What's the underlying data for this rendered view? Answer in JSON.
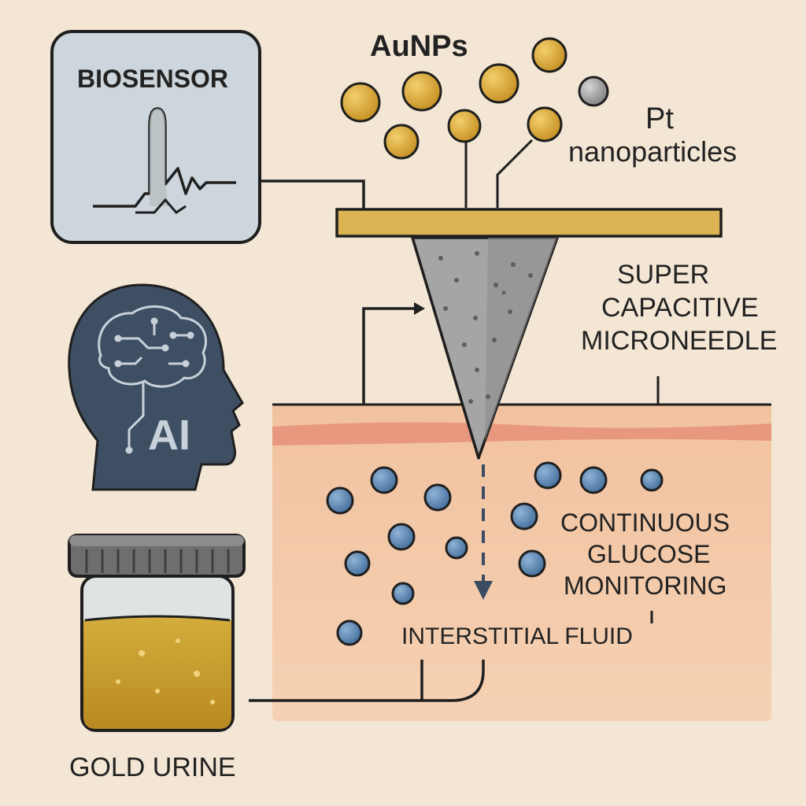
{
  "labels": {
    "biosensor": "BIOSENSOR",
    "aunps": "AuNPs",
    "pt_line1": "Pt",
    "pt_line2": "nanoparticles",
    "needle_line1": "SUPER",
    "needle_line2": "CAPACITIVE",
    "needle_line3": "MICRONEEDLE",
    "ai": "AI",
    "cgm_line1": "CONTINUOUS",
    "cgm_line2": "GLUCOSE",
    "cgm_line3": "MONITORING",
    "isf": "INTERSTITIAL FLUID",
    "urine": "GOLD URINE"
  },
  "colors": {
    "background": "#f3e6d4",
    "gold": "#d7a83a",
    "gold_bar": "#dcb453",
    "platinum": "#9a9a9a",
    "skin": "#f0c7a4",
    "skin_stripe": "#e08c78",
    "glucose": "#5a84b0",
    "head": "#3f4f63",
    "biosensor_panel": "#cfd8df",
    "needle": "#a6a6a6",
    "urine": "#c9a032",
    "outline": "#1f1f1f"
  }
}
